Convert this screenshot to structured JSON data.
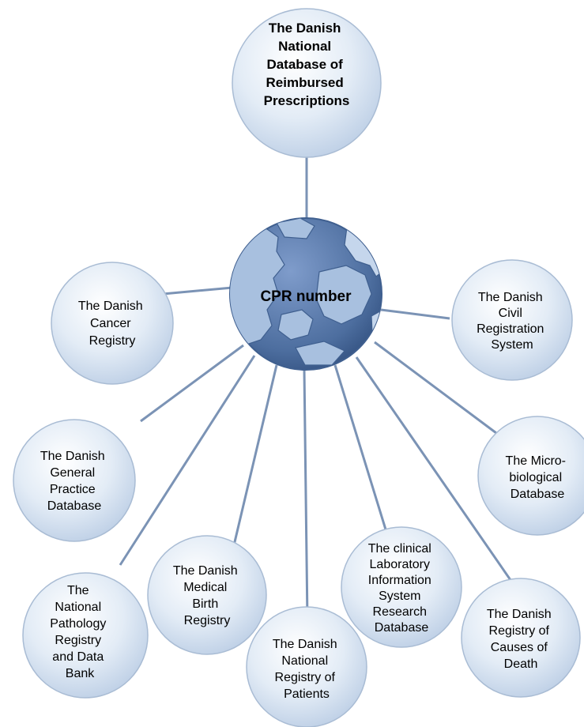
{
  "diagram": {
    "colors": {
      "connector": "#7b93b5",
      "node_fill_light": "#f4f8fc",
      "node_fill_dark": "#c9d8ea",
      "node_stroke": "#a9bcd4",
      "globe_sea": "#4d6e9f",
      "globe_land": "#a8c0df",
      "globe_land_light": "#c5d6ec"
    },
    "center": {
      "label": "CPR number",
      "icon": "globe-map-of-denmark-icon"
    },
    "nodes": [
      {
        "id": "reimbursed-prescriptions",
        "lines": [
          "The Danish",
          "National",
          "Database of",
          "Reimbursed",
          "Prescriptions"
        ]
      },
      {
        "id": "cancer-registry",
        "lines": [
          "The Danish",
          "Cancer",
          "Registry"
        ]
      },
      {
        "id": "civil-registration",
        "lines": [
          "The Danish",
          "Civil",
          "Registration",
          "System"
        ]
      },
      {
        "id": "general-practice",
        "lines": [
          "The Danish",
          "General",
          "Practice",
          "Database"
        ]
      },
      {
        "id": "microbiological",
        "lines": [
          "The Micro-",
          "biological",
          "Database"
        ]
      },
      {
        "id": "pathology-registry",
        "lines": [
          "The",
          "National",
          "Pathology",
          "Registry",
          "and Data",
          "Bank"
        ]
      },
      {
        "id": "medical-birth",
        "lines": [
          "The Danish",
          "Medical",
          "Birth",
          "Registry"
        ]
      },
      {
        "id": "clinical-laboratory",
        "lines": [
          "The clinical",
          "Laboratory",
          "Information",
          "System",
          "Research",
          "Database"
        ]
      },
      {
        "id": "causes-of-death",
        "lines": [
          "The Danish",
          "Registry of",
          "Causes of",
          "Death"
        ]
      },
      {
        "id": "national-patients",
        "lines": [
          "The Danish",
          "National",
          "Registry of",
          "Patients"
        ]
      }
    ]
  }
}
